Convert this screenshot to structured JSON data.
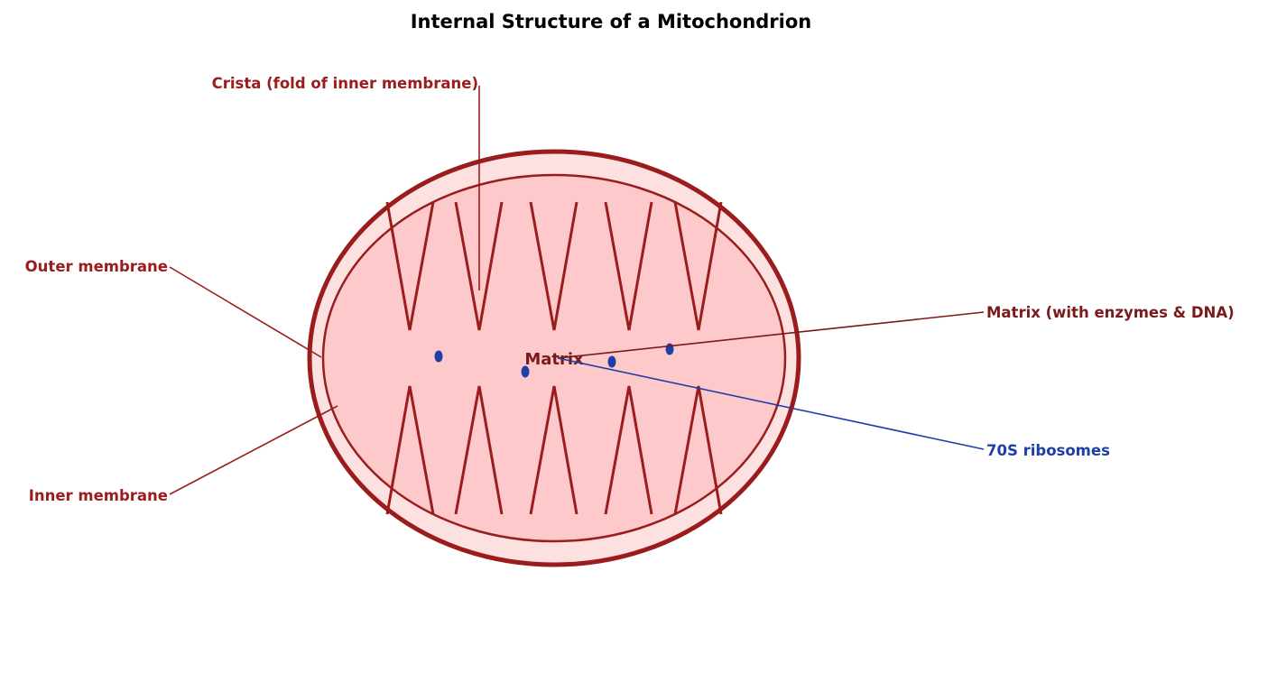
{
  "title": "Internal Structure of a Mitochondrion",
  "center_label": "Matrix",
  "labels": {
    "crista": "Crista (fold of inner membrane)",
    "outer_membrane": "Outer membrane",
    "inner_membrane": "Inner membrane",
    "matrix": "Matrix (with enzymes & DNA)",
    "ribosomes": "70S ribosomes"
  },
  "colors": {
    "membrane": "#9b1c1c",
    "outer_fill": "#fde0e0",
    "inner_fill": "#fdc9ca",
    "label_red": "#9b1c1c",
    "matrix_label": "#7a1a1a",
    "ribosome": "#1e3fa8"
  }
}
